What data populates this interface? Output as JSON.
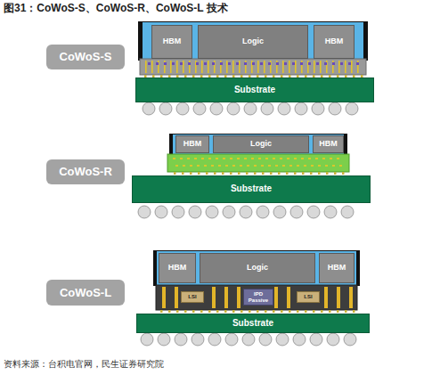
{
  "diagram": {
    "title": "图31：CoWoS-S、CoWoS-R、CoWoS-L 技术",
    "caption": "资料来源：台积电官网，民生证券研究院",
    "nodes": [
      {
        "text": [
          "CoWoS-S"
        ]
      },
      {
        "text": [
          "HBM"
        ]
      },
      {
        "text": [
          "Logic"
        ]
      },
      {
        "text": [
          "HBM"
        ]
      },
      {
        "text": [
          "Substrate"
        ]
      },
      {
        "text": [
          "CoWoS-R"
        ]
      },
      {
        "text": [
          "HBM"
        ]
      },
      {
        "text": [
          "Logic"
        ]
      },
      {
        "text": [
          "HBM"
        ]
      },
      {
        "text": [
          "Substrate"
        ]
      },
      {
        "text": [
          "CoWoS-L"
        ]
      },
      {
        "text": [
          "HBM"
        ]
      },
      {
        "text": [
          "Logic"
        ]
      },
      {
        "text": [
          "HBM"
        ]
      },
      {
        "text": [
          "LSI"
        ]
      },
      {
        "text": [
          "IPD Passive"
        ]
      },
      {
        "text": [
          "LSI"
        ]
      },
      {
        "text": [
          "Substrate"
        ]
      }
    ]
  }
}
